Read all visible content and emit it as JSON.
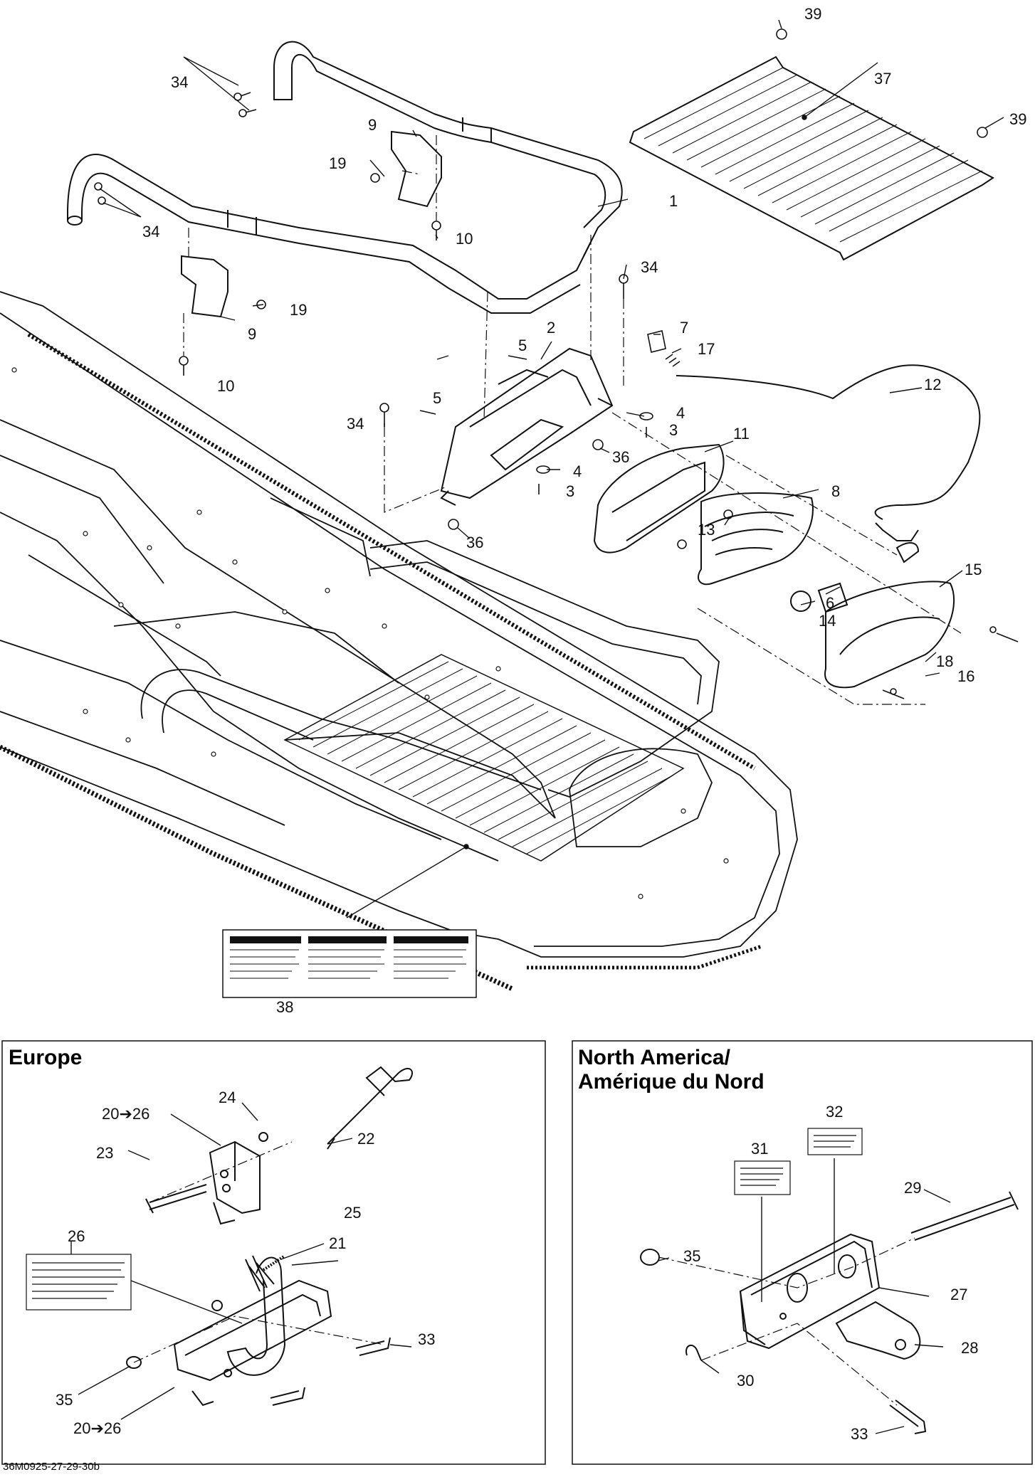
{
  "callouts": {
    "c1": "1",
    "c2": "2",
    "c3a": "3",
    "c3b": "3",
    "c4a": "4",
    "c4b": "4",
    "c5a": "5",
    "c5b": "5",
    "c6": "6",
    "c7": "7",
    "c8": "8",
    "c9a": "9",
    "c9b": "9",
    "c10a": "10",
    "c10b": "10",
    "c11": "11",
    "c12": "12",
    "c13": "13",
    "c14": "14",
    "c15": "15",
    "c16": "16",
    "c17": "17",
    "c18": "18",
    "c19a": "19",
    "c19b": "19",
    "c34a": "34",
    "c34b": "34",
    "c34c": "34",
    "c34d": "34",
    "c36a": "36",
    "c36b": "36",
    "c37": "37",
    "c38": "38",
    "c39a": "39",
    "c39b": "39",
    "e20a": "20➔26",
    "e20b": "20➔26",
    "e21": "21",
    "e22": "22",
    "e23": "23",
    "e24": "24",
    "e25": "25",
    "e26": "26",
    "e33": "33",
    "e35": "35",
    "n27": "27",
    "n28": "28",
    "n29": "29",
    "n30": "30",
    "n31": "31",
    "n32": "32",
    "n33": "33",
    "n35": "35"
  },
  "panels": {
    "europe_title": "Europe",
    "north_america_title_line1": "North America/",
    "north_america_title_line2": "Amérique du Nord"
  },
  "document_ref": "36M0925-27-29-30b"
}
